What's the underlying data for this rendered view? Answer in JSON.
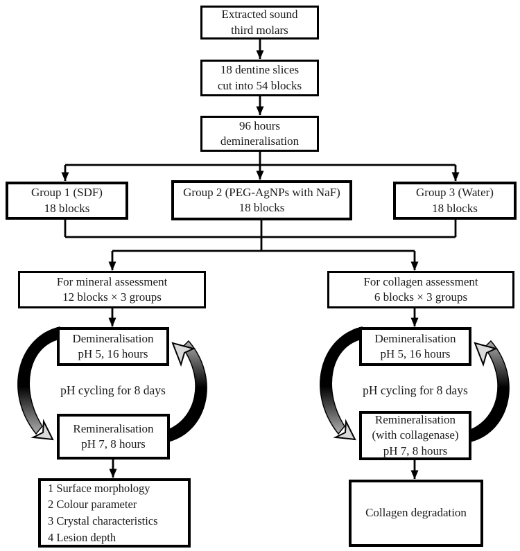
{
  "diagram_type": "flowchart",
  "nodes": {
    "extracted": {
      "text": "Extracted sound\nthird molars"
    },
    "slices": {
      "text": "18 dentine slices\ncut into 54 blocks"
    },
    "demin96": {
      "text": "96 hours\ndemineralisation"
    },
    "group1": {
      "text": "Group 1 (SDF)\n18 blocks"
    },
    "group2": {
      "text": "Group 2 (PEG-AgNPs with NaF)\n18 blocks"
    },
    "group3": {
      "text": "Group 3 (Water)\n18 blocks"
    },
    "mineral_assessment": {
      "text": "For mineral assessment\n12 blocks × 3 groups"
    },
    "collagen_assessment": {
      "text": "For collagen assessment\n6 blocks × 3 groups"
    },
    "demin_left": {
      "text": "Demineralisation\npH 5, 16 hours"
    },
    "remin_left": {
      "text": "Remineralisation\npH 7, 8 hours"
    },
    "demin_right": {
      "text": "Demineralisation\npH 5, 16 hours"
    },
    "remin_right": {
      "text": "Remineralisation\n(with collagenase)\npH 7, 8 hours"
    },
    "outcomes_mineral": {
      "text": "1 Surface morphology\n2 Colour parameter\n3 Crystal characteristics\n4 Lesion depth"
    },
    "outcomes_collagen": {
      "text": "Collagen degradation"
    }
  },
  "labels": {
    "ph_cycling_left": "pH cycling for 8 days",
    "ph_cycling_right": "pH cycling for 8 days"
  },
  "colors": {
    "line": "#000000",
    "box_border": "#000000",
    "box_background": "#ffffff",
    "cycle_arrow_dark": "#000000",
    "cycle_arrow_light": "#cfcfcf",
    "cycle_arrowhead_fill": "#d9d9d9"
  }
}
